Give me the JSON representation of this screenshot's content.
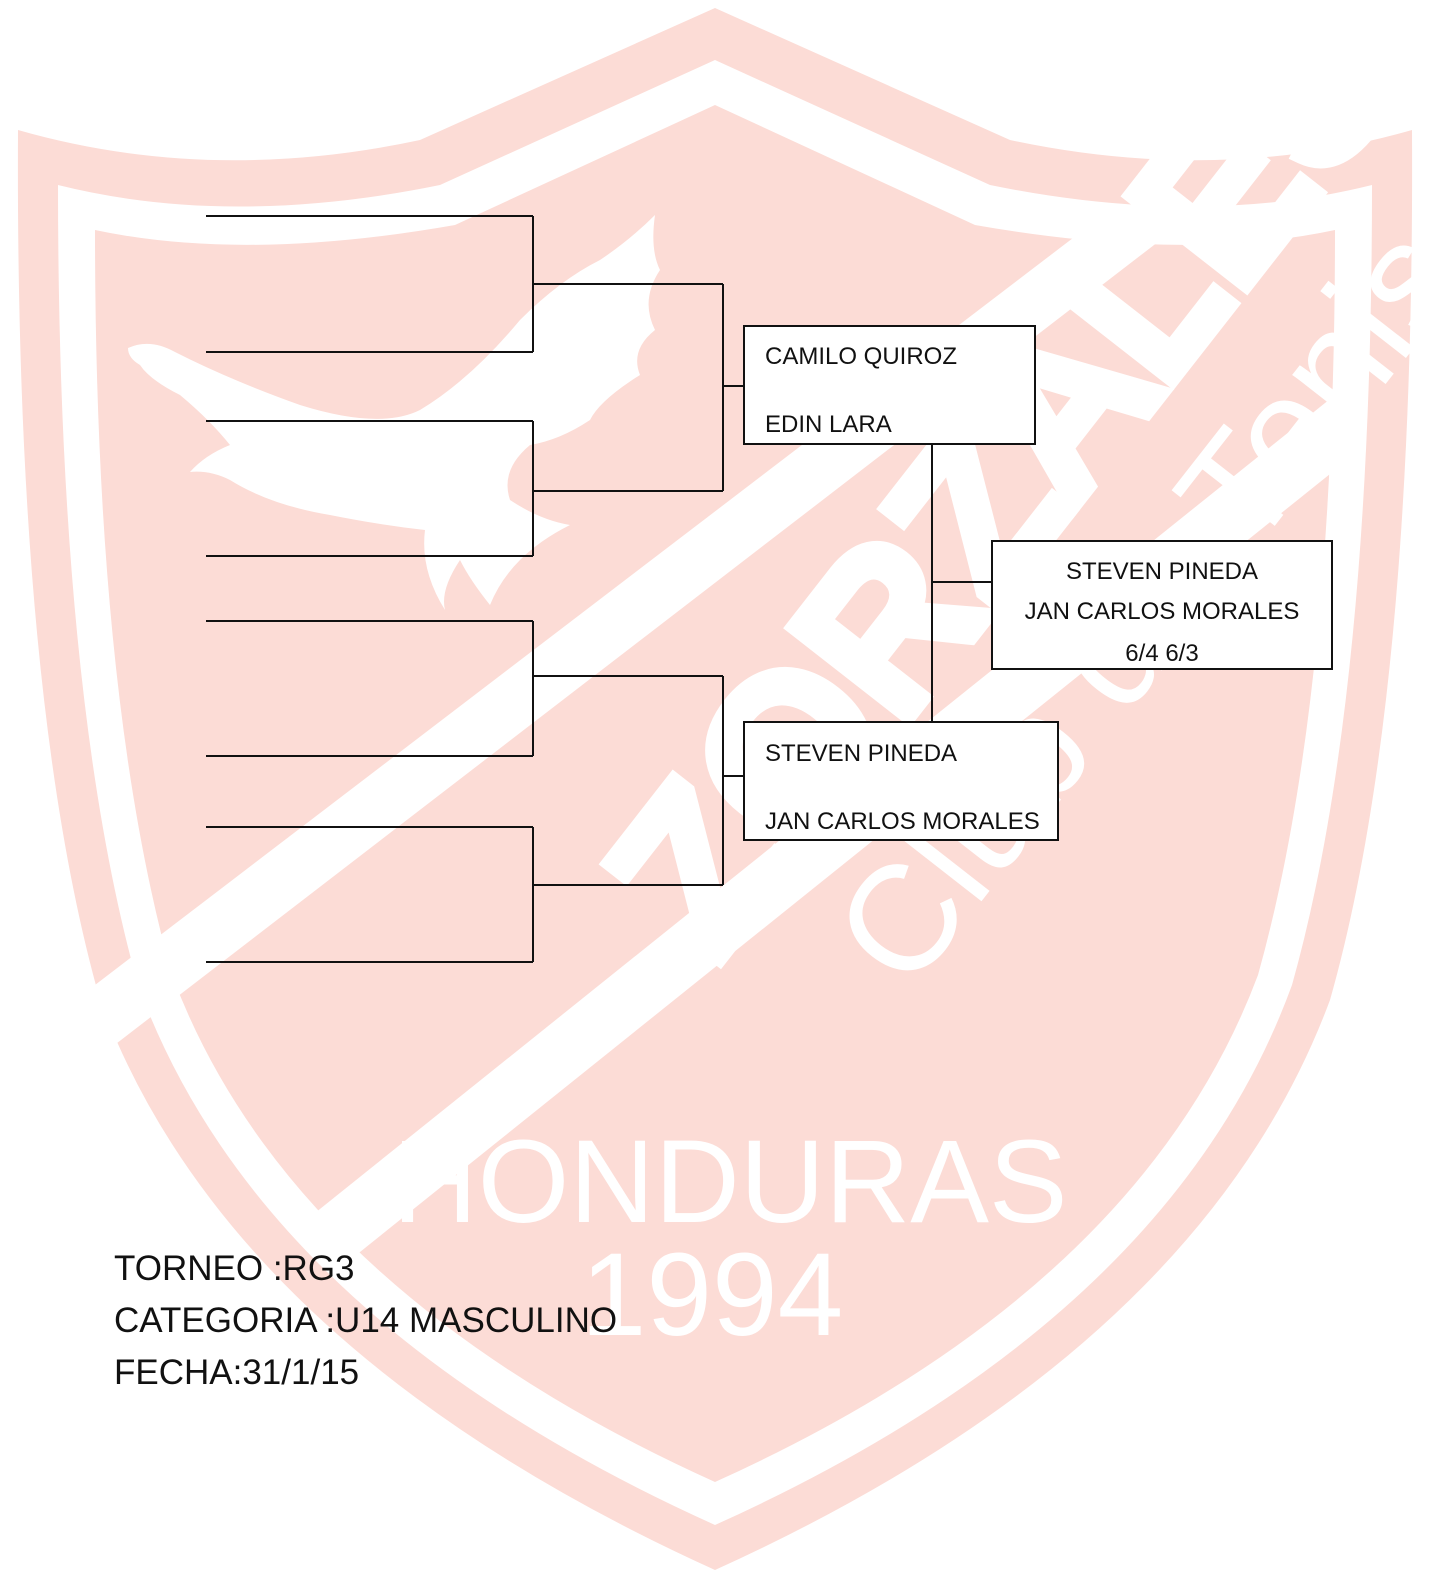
{
  "watermark": {
    "brand_text": "ZORZALES",
    "club_text": "Club de Tenis",
    "country_text": "HONDURAS",
    "year_text": "1994",
    "shield_color": "#fcdcd6",
    "shield_outline_color": "#fcdcd6",
    "icon": "bird-icon"
  },
  "bracket": {
    "semifinal_top": {
      "player1": "CAMILO QUIROZ",
      "player2": "EDIN LARA"
    },
    "semifinal_bottom": {
      "player1": "STEVEN PINEDA",
      "player2": "JAN CARLOS MORALES"
    },
    "final": {
      "player1": "STEVEN PINEDA",
      "player2": "JAN CARLOS MORALES",
      "score": "6/4   6/3"
    },
    "line_color": "#111111"
  },
  "info": {
    "torneo": "TORNEO :RG3",
    "categoria": "CATEGORIA :U14 MASCULINO",
    "fecha": "FECHA:31/1/15"
  }
}
